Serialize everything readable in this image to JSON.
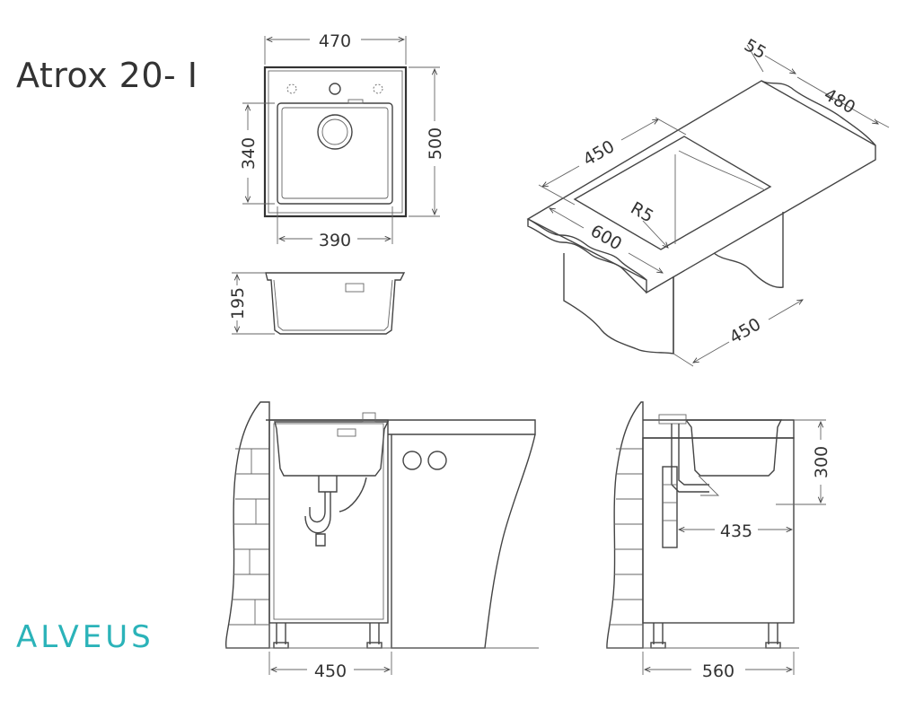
{
  "product": {
    "title": "Atrox 20- I"
  },
  "brand": {
    "logo_text": "ALVEUS",
    "color": "#2bb3b9"
  },
  "dimensions": {
    "top_width": "470",
    "top_depth": "500",
    "bowl_depth": "340",
    "bowl_width": "390",
    "bowl_height": "195",
    "iso_55": "55",
    "iso_480": "480",
    "iso_450_top": "450",
    "iso_r5": "R5",
    "iso_600": "600",
    "iso_450_bottom": "450",
    "front_cabinet": "450",
    "side_300": "300",
    "side_435": "435",
    "side_560": "560"
  }
}
